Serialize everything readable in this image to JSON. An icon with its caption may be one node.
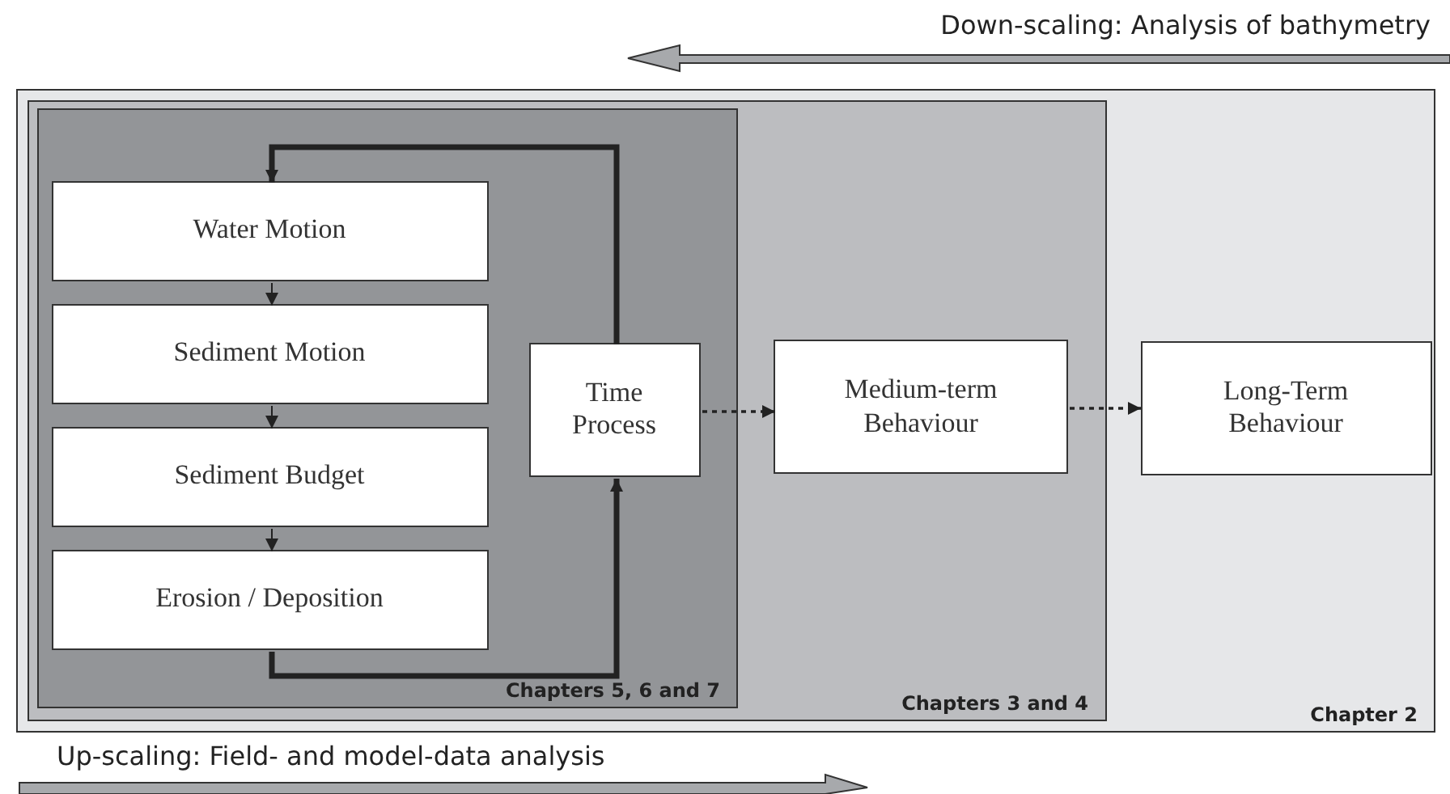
{
  "diagram": {
    "nodes": [
      {
        "text": [
          "Chapter 2"
        ]
      },
      {
        "text": [
          "Chapters 3 and 4"
        ],
        "in": 0
      },
      {
        "text": [
          "Chapters 5, 6 and 7"
        ],
        "in": 1
      },
      {
        "text": [
          "Water Motion"
        ],
        "in": 2
      },
      {
        "text": [
          "Sediment Motion"
        ],
        "in": 2
      },
      {
        "text": [
          "Sediment Budget"
        ],
        "in": 2
      },
      {
        "text": [
          "Erosion / Deposition"
        ],
        "in": 2
      },
      {
        "text": [
          "Time Process"
        ],
        "in": 2
      },
      {
        "text": [
          "Medium-term Behaviour"
        ],
        "in": 1
      },
      {
        "text": [
          "Long-Term Behaviour"
        ],
        "in": 0
      }
    ],
    "edges": [
      {
        "from": 3,
        "to": 4,
        "arrow": "to"
      },
      {
        "from": 4,
        "to": 5,
        "arrow": "to"
      },
      {
        "from": 5,
        "to": 6,
        "arrow": "to"
      },
      {
        "from": 6,
        "to": 7,
        "arrow": "to",
        "style": "thick"
      },
      {
        "from": 7,
        "to": 3,
        "arrow": "to",
        "style": "thick"
      },
      {
        "from": 7,
        "to": 8,
        "arrow": "to",
        "style": "dashed"
      },
      {
        "from": 8,
        "to": 9,
        "arrow": "to",
        "style": "dashed"
      }
    ],
    "labels": [
      "Down-scaling: Analysis of bathymetry",
      "Up-scaling: Field- and model-data analysis"
    ]
  }
}
